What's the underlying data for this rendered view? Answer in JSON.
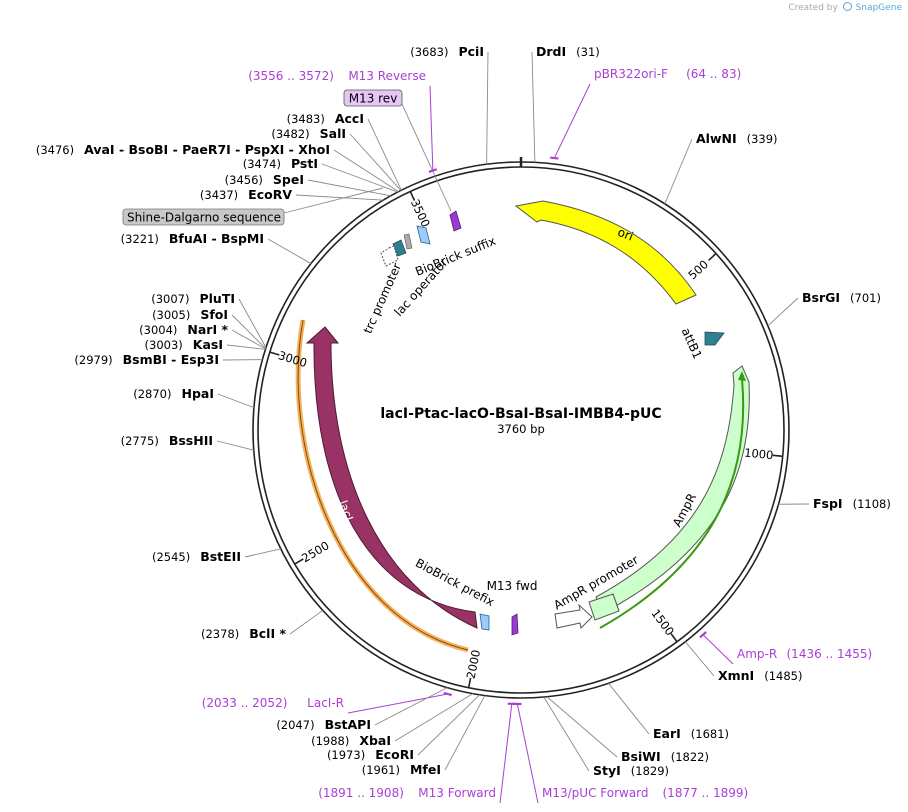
{
  "credit": {
    "text": "Created by",
    "brand": "SnapGene"
  },
  "plasmid": {
    "name": "lacI-Ptac-lacO-BsaI-BsaI-IMBB4-pUC",
    "length_label": "3760 bp",
    "length": 3760
  },
  "ticks": [
    "500",
    "1000",
    "1500",
    "2000",
    "2500",
    "3000",
    "3500"
  ],
  "sites": [
    {
      "name": "PciI",
      "pos": "(3683)"
    },
    {
      "name": "DrdI",
      "pos": "(31)"
    },
    {
      "name": "AlwNI",
      "pos": "(339)"
    },
    {
      "name": "BsrGI",
      "pos": "(701)"
    },
    {
      "name": "FspI",
      "pos": "(1108)"
    },
    {
      "name": "XmnI",
      "pos": "(1485)"
    },
    {
      "name": "EarI",
      "pos": "(1681)"
    },
    {
      "name": "BsiWI",
      "pos": "(1822)"
    },
    {
      "name": "StyI",
      "pos": "(1829)"
    },
    {
      "name": "MfeI",
      "pos": "(1961)"
    },
    {
      "name": "EcoRI",
      "pos": "(1973)"
    },
    {
      "name": "XbaI",
      "pos": "(1988)"
    },
    {
      "name": "BstAPI",
      "pos": "(2047)"
    },
    {
      "name": "BclI *",
      "pos": "(2378)"
    },
    {
      "name": "BstEII",
      "pos": "(2545)"
    },
    {
      "name": "BssHII",
      "pos": "(2775)"
    },
    {
      "name": "HpaI",
      "pos": "(2870)"
    },
    {
      "name": "BsmBI  -  Esp3I",
      "pos": "(2979)"
    },
    {
      "name": "KasI",
      "pos": "(3003)"
    },
    {
      "name": "NarI *",
      "pos": "(3004)"
    },
    {
      "name": "SfoI",
      "pos": "(3005)"
    },
    {
      "name": "PluTI",
      "pos": "(3007)"
    },
    {
      "name": "BfuAI  -  BspMI",
      "pos": "(3221)"
    },
    {
      "name": "EcoRV",
      "pos": "(3437)"
    },
    {
      "name": "SpeI",
      "pos": "(3456)"
    },
    {
      "name": "PstI",
      "pos": "(3474)"
    },
    {
      "name": "AvaI  -  BsoBI  -  PaeR7I  -  PspXI  -  XhoI",
      "pos": "(3476)"
    },
    {
      "name": "SalI",
      "pos": "(3482)"
    },
    {
      "name": "AccI",
      "pos": "(3483)"
    }
  ],
  "primers": [
    {
      "name": "M13 Reverse",
      "range": "(3556 .. 3572)"
    },
    {
      "name": "pBR322ori-F",
      "range": "(64 .. 83)"
    },
    {
      "name": "Amp-R",
      "range": "(1436 .. 1455)"
    },
    {
      "name": "M13/pUC Forward",
      "range": "(1877 .. 1899)"
    },
    {
      "name": "M13 Forward",
      "range": "(1891 .. 1908)"
    },
    {
      "name": "LacI-R",
      "range": "(2033 .. 2052)"
    }
  ],
  "features": {
    "ori": "ori",
    "attB1": "attB1",
    "AmpR": "AmpR",
    "AmpR_promoter": "AmpR promoter",
    "lacI": "lacI",
    "biobrick_prefix": "BioBrick prefix",
    "biobrick_suffix": "BioBrick suffix",
    "m13_fwd": "M13 fwd",
    "trc_promoter": "trc promoter",
    "lac_operator": "lac operator",
    "m13_rev_box": "M13 rev",
    "shine_dalgarno_box": "Shine-Dalgarno sequence"
  },
  "colors": {
    "ori": "#ffff00",
    "ampr": "#ccffcc",
    "ampr_line": "#3a9a0f",
    "laci": "#993366",
    "laci_line": "#f4b25e",
    "primer": "#a93fd3",
    "attb": "#2f7f8f",
    "biobrick": "#99ccff",
    "backbone": "#222222"
  }
}
